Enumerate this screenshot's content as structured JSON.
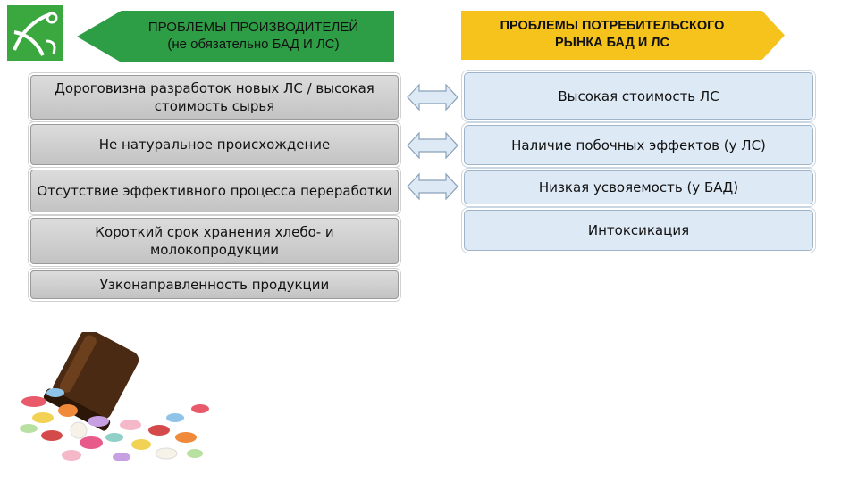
{
  "header_left": {
    "line1": "ПРОБЛЕМЫ ПРОИЗВОДИТЕЛЕЙ",
    "line2": "(не обязательно БАД И ЛС)"
  },
  "header_right": {
    "line1": "ПРОБЛЕМЫ ПОТРЕБИТЕЛЬСКОГО",
    "line2": "РЫНКА БАД И ЛС"
  },
  "producer_problems": [
    "Дороговизна разработок новых ЛС / высокая стоимость сырья",
    "Не натуральное происхождение",
    "Отсутствие эффективного процесса переработки",
    "Короткий срок хранения хлебо- и молокопродукции",
    "Узконаправленность продукции"
  ],
  "consumer_problems": [
    "Высокая стоимость ЛС",
    "Наличие побочных эффектов (у ЛС)",
    "Низкая усвояемость (у БАД)",
    "Интоксикация"
  ],
  "colors": {
    "header_left_bg": "#2e9e46",
    "header_right_bg": "#f5c31c",
    "left_box_bg": "#cfcfcf",
    "right_box_bg": "#dde9f5",
    "arrow_fill": "#dde9f5"
  },
  "icons": [
    "logo-icon",
    "double-arrow-icon",
    "pills-illustration"
  ]
}
